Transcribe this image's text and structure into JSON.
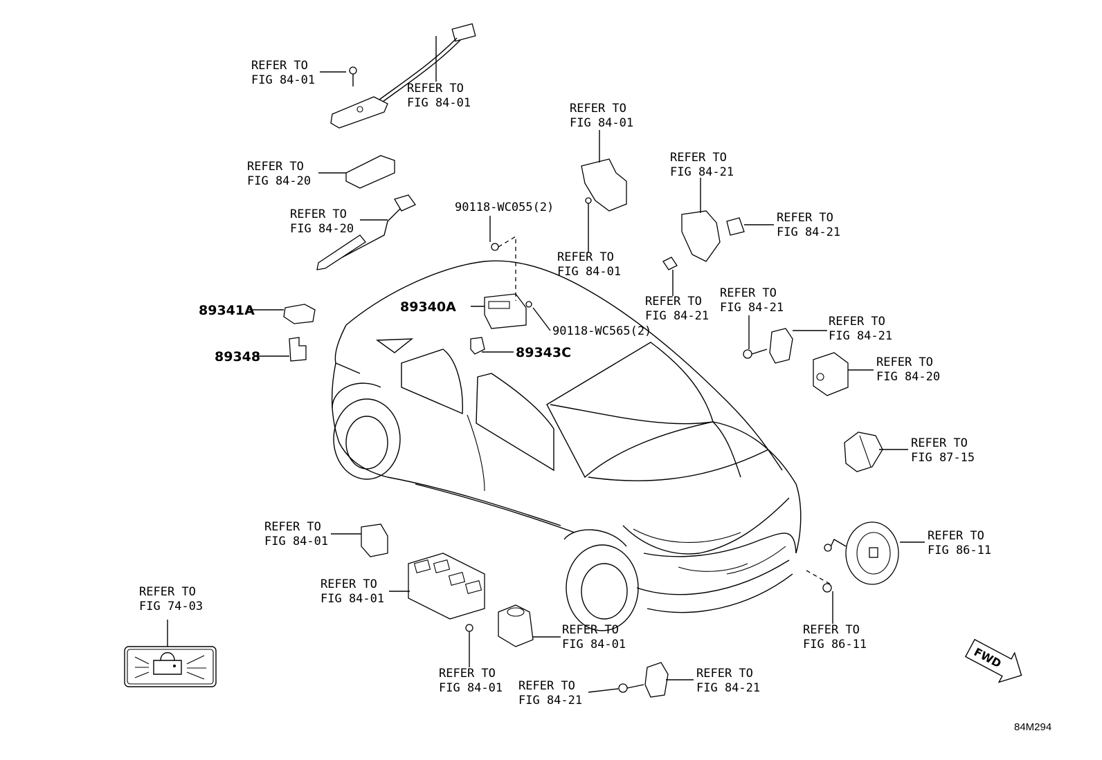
{
  "refer_prefix": "REFER TO",
  "callouts": [
    {
      "id": "c1",
      "line1": "REFER TO",
      "line2": "FIG 84-01"
    },
    {
      "id": "c2",
      "line1": "REFER TO",
      "line2": "FIG 84-01"
    },
    {
      "id": "c3",
      "line1": "REFER TO",
      "line2": "FIG 84-20"
    },
    {
      "id": "c4",
      "line1": "REFER TO",
      "line2": "FIG 84-20"
    },
    {
      "id": "c5",
      "line1": "REFER TO",
      "line2": "FIG 84-01"
    },
    {
      "id": "c6",
      "line1": "REFER TO",
      "line2": "FIG 84-01"
    },
    {
      "id": "c7",
      "line1": "REFER TO",
      "line2": "FIG 84-21"
    },
    {
      "id": "c8",
      "line1": "REFER TO",
      "line2": "FIG 84-21"
    },
    {
      "id": "c9",
      "line1": "REFER TO",
      "line2": "FIG 84-21"
    },
    {
      "id": "c10",
      "line1": "REFER TO",
      "line2": "FIG 84-21"
    },
    {
      "id": "c11",
      "line1": "REFER TO",
      "line2": "FIG 84-21"
    },
    {
      "id": "c12",
      "line1": "REFER TO",
      "line2": "FIG 84-20"
    },
    {
      "id": "c13",
      "line1": "REFER TO",
      "line2": "FIG 87-15"
    },
    {
      "id": "c14",
      "line1": "REFER TO",
      "line2": "FIG 86-11"
    },
    {
      "id": "c15",
      "line1": "REFER TO",
      "line2": "FIG 86-11"
    },
    {
      "id": "c16",
      "line1": "REFER TO",
      "line2": "FIG 84-01"
    },
    {
      "id": "c17",
      "line1": "REFER TO",
      "line2": "FIG 84-01"
    },
    {
      "id": "c18",
      "line1": "REFER TO",
      "line2": "FIG 74-03"
    },
    {
      "id": "c19",
      "line1": "REFER TO",
      "line2": "FIG 84-01"
    },
    {
      "id": "c20",
      "line1": "REFER TO",
      "line2": "FIG 84-01"
    },
    {
      "id": "c21",
      "line1": "REFER TO",
      "line2": "FIG 84-21"
    },
    {
      "id": "c22",
      "line1": "REFER TO",
      "line2": "FIG 84-21"
    }
  ],
  "parts": {
    "p89341A": "89341A",
    "p89348": "89348",
    "p89340A": "89340A",
    "p89343C": "89343C",
    "screw_top": "90118-WC055(2)",
    "screw_side": "90118-WC565(2)"
  },
  "fwd_label": "FWD",
  "diagram_code": "84M294"
}
